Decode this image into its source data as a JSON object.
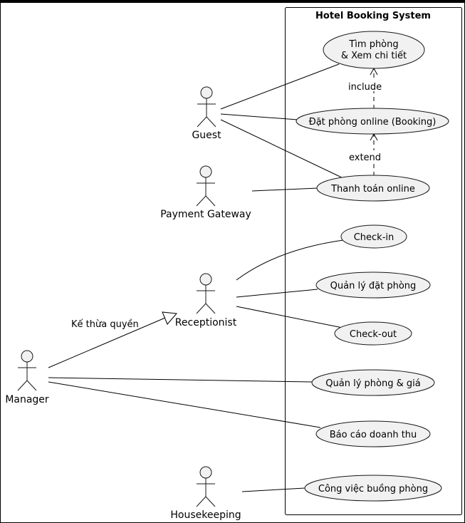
{
  "diagram": {
    "system_title": "Hotel Booking System",
    "actors": {
      "guest": "Guest",
      "payment_gateway": "Payment Gateway",
      "receptionist": "Receptionist",
      "manager": "Manager",
      "housekeeping": "Housekeeping"
    },
    "use_cases": {
      "search_room_line1": "Tìm phòng",
      "search_room_line2": "& Xem chi tiết",
      "book_online": "Đặt phòng online (Booking)",
      "pay_online": "Thanh toán online",
      "check_in": "Check-in",
      "manage_booking": "Quản lý đặt phòng",
      "check_out": "Check-out",
      "manage_rooms_prices": "Quản lý phòng & giá",
      "revenue_report": "Báo cáo doanh thu",
      "housekeeping_tasks": "Công việc buồng phòng"
    },
    "relations": {
      "include": "include",
      "extend": "extend",
      "inheritance": "Kế thừa quyền"
    }
  }
}
